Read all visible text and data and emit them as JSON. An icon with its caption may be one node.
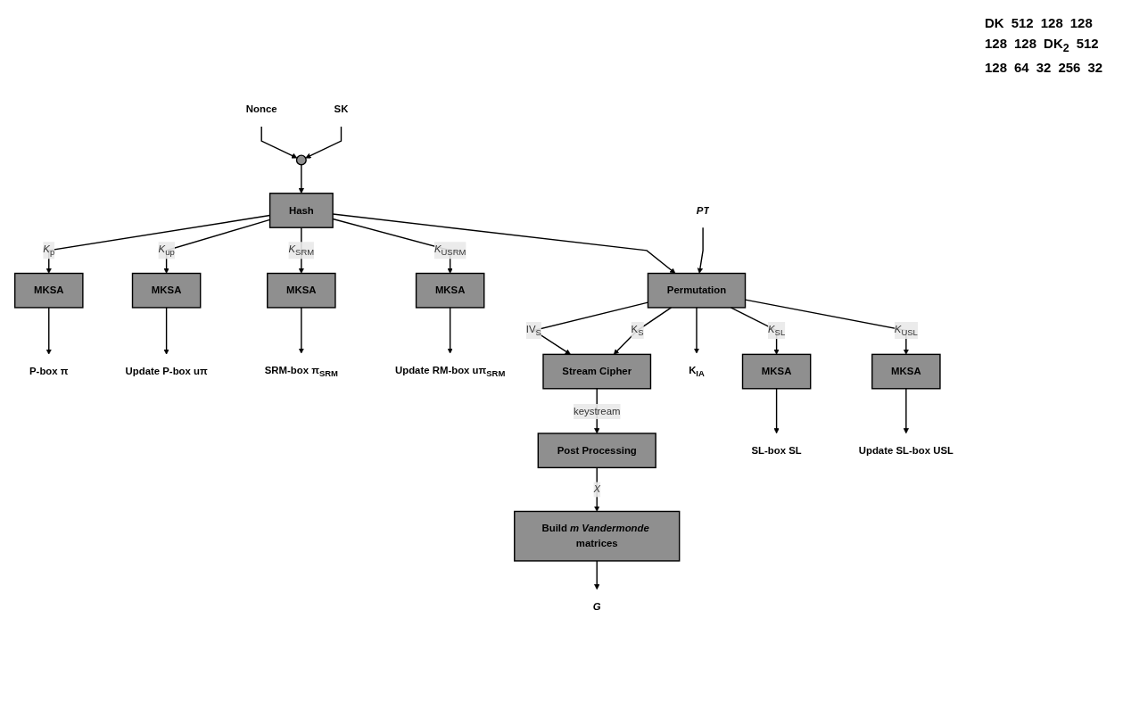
{
  "diagram": {
    "nodes": [
      {
        "text": [
          "SK"
        ]
      },
      {
        "text": [
          "Nonce"
        ]
      },
      {
        "text": [],
        "shape": "circle"
      },
      {
        "text": [
          "Hash"
        ]
      },
      {
        "text": [
          "*PT*"
        ]
      },
      {
        "text": [
          "Permutation"
        ]
      },
      {
        "text": [
          "MKSA"
        ]
      },
      {
        "text": [
          "P-box π"
        ]
      },
      {
        "text": [
          "MKSA"
        ]
      },
      {
        "text": [
          "Update P-box uπ"
        ]
      },
      {
        "text": [
          "MKSA"
        ]
      },
      {
        "text": [
          "SRM-box π$_{SRM}$"
        ]
      },
      {
        "text": [
          "MKSA"
        ]
      },
      {
        "text": [
          "Update RM-box uπ$_{SRM}$"
        ]
      },
      {
        "text": [
          "Stream Cipher"
        ]
      },
      {
        "text": [
          "Post Processing"
        ]
      },
      {
        "text": [
          "Build *m* *Vandermonde* matrices"
        ]
      },
      {
        "text": [
          "*G*"
        ]
      },
      {
        "text": [
          "K$_{IA}$"
        ]
      },
      {
        "text": [
          "MKSA"
        ]
      },
      {
        "text": [
          "SL-box SL"
        ]
      },
      {
        "text": [
          "MKSA"
        ]
      },
      {
        "text": [
          "Update SL-box USL"
        ]
      }
    ],
    "edges": [
      {
        "from": 0,
        "to": 2,
        "arrow": "to"
      },
      {
        "from": 1,
        "to": 2,
        "arrow": "to"
      },
      {
        "from": 2,
        "to": 3,
        "arrow": "to"
      },
      {
        "from": 4,
        "to": 5,
        "arrow": "to"
      },
      {
        "from": 3,
        "to": 5,
        "arrow": "to"
      },
      {
        "from": 3,
        "to": 6,
        "label": "*K*$_{p}$",
        "arrow": "to"
      },
      {
        "from": 3,
        "to": 8,
        "label": "*K*$_{up}$",
        "arrow": "to"
      },
      {
        "from": 3,
        "to": 10,
        "label": "*K*$_{SRM}$",
        "arrow": "to"
      },
      {
        "from": 3,
        "to": 12,
        "label": "*K*$_{USRM}$",
        "arrow": "to"
      },
      {
        "from": 6,
        "to": 7,
        "arrow": "to"
      },
      {
        "from": 8,
        "to": 9,
        "arrow": "to"
      },
      {
        "from": 10,
        "to": 11,
        "arrow": "to"
      },
      {
        "from": 12,
        "to": 13,
        "arrow": "to"
      },
      {
        "from": 5,
        "to": 14,
        "label": "K$_{S}$",
        "arrow": "to"
      },
      {
        "from": 5,
        "to": 14,
        "label": "IV$_{S}$",
        "arrow": "to"
      },
      {
        "from": 5,
        "to": 19,
        "label": "*K*$_{SL}$",
        "arrow": "to"
      },
      {
        "from": 5,
        "to": 21,
        "label": "*K*$_{USL}$",
        "arrow": "to"
      },
      {
        "from": 5,
        "to": 18,
        "arrow": "to"
      },
      {
        "from": 19,
        "to": 20,
        "arrow": "to"
      },
      {
        "from": 21,
        "to": 22,
        "arrow": "to"
      },
      {
        "from": 14,
        "to": 15,
        "label": "keystream",
        "arrow": "to"
      },
      {
        "from": 15,
        "to": 16,
        "label": "*X*",
        "arrow": "to"
      },
      {
        "from": 16,
        "to": 17,
        "arrow": "to"
      }
    ],
    "labels": [
      "DK",
      "512",
      "128",
      "128",
      "128",
      "128",
      "DK$_{2}$",
      "512",
      "128",
      "64",
      "32",
      "256",
      "32"
    ]
  }
}
